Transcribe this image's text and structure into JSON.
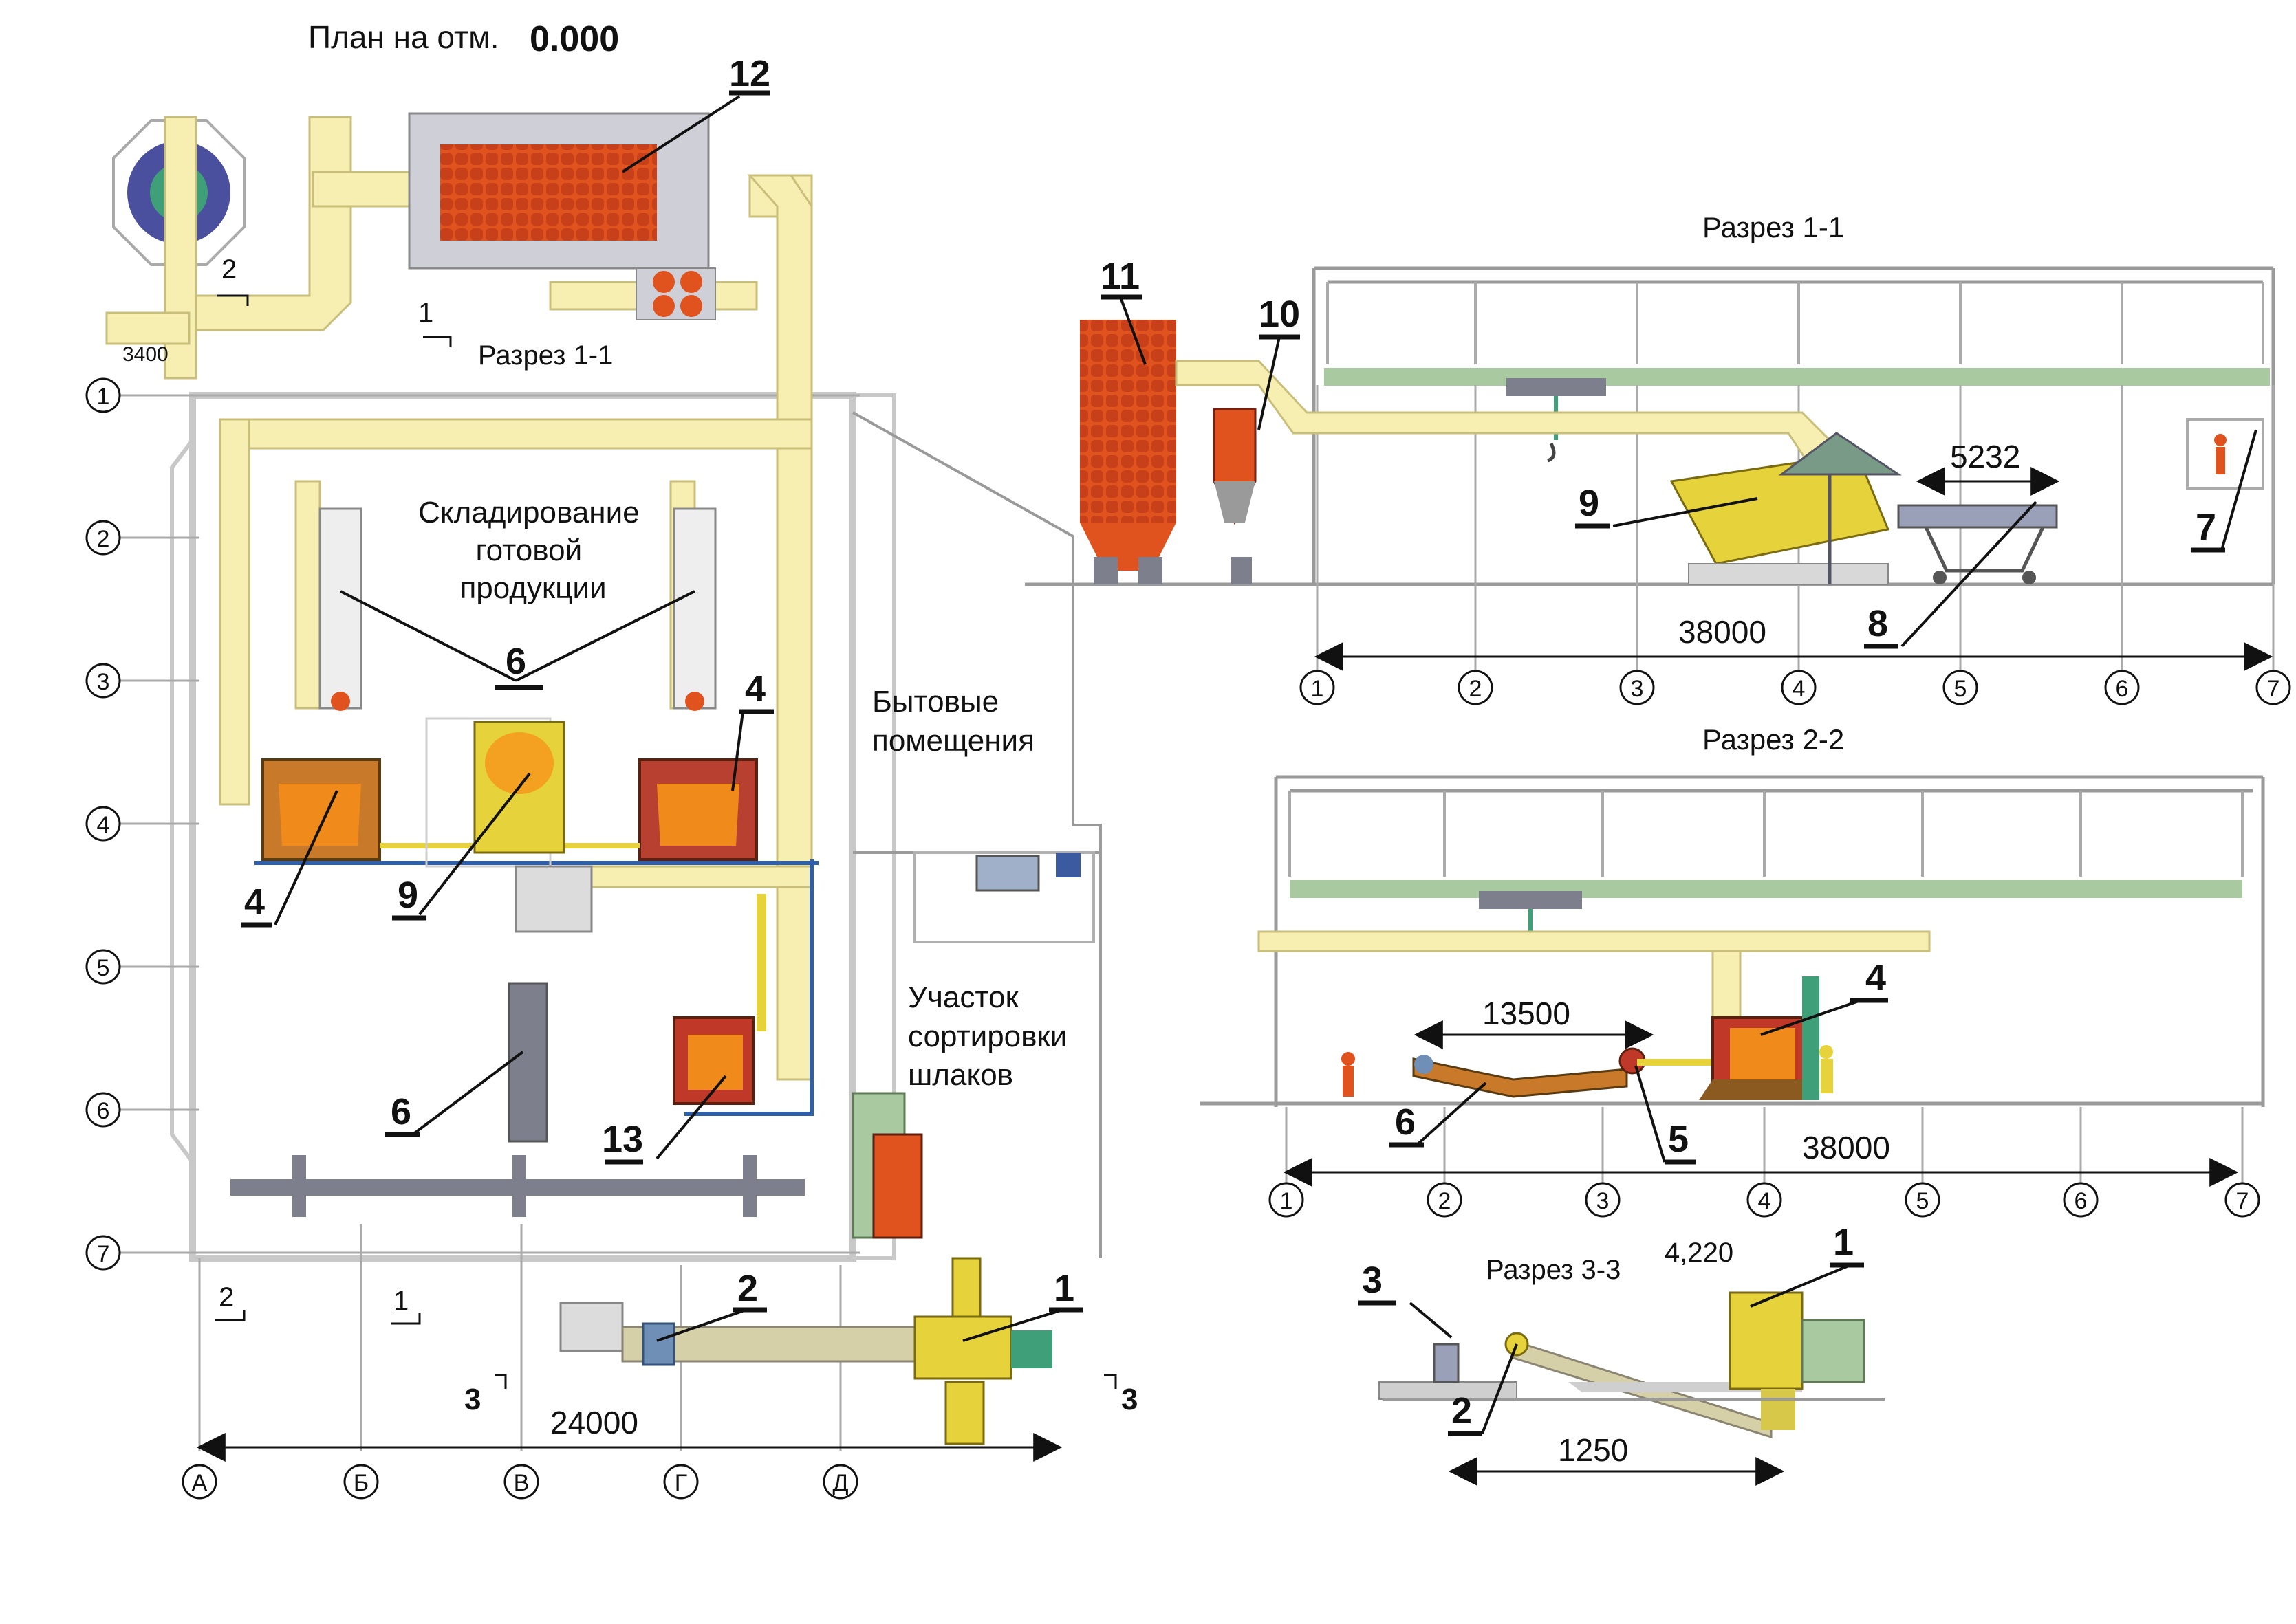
{
  "plan": {
    "title_prefix": "План на отм.",
    "title_level": "0.000",
    "section_label": "Разрез 1-1",
    "dim_bottom": "24000",
    "dim_top_left": "3400",
    "zone_storage": [
      "Складирование",
      "готовой",
      "продукции"
    ],
    "zone_household": [
      "Бытовые",
      "помещения"
    ],
    "zone_slag": [
      "Участок",
      "сортировки",
      "шлаков"
    ],
    "row_axes": [
      "1",
      "2",
      "3",
      "4",
      "5",
      "6",
      "7"
    ],
    "col_axes": [
      "А",
      "Б",
      "В",
      "Г",
      "Д"
    ],
    "cut_marks": [
      "2",
      "1",
      "2",
      "1",
      "3",
      "3"
    ],
    "callouts": {
      "c12": "12",
      "c6a": "6",
      "c4a": "4",
      "c4b": "4",
      "c9": "9",
      "c6b": "6",
      "c13": "13",
      "c2": "2",
      "c1": "1"
    }
  },
  "section11": {
    "title": "Разрез 1-1",
    "dim_total": "38000",
    "dim_cart": "5232",
    "axes": [
      "1",
      "2",
      "3",
      "4",
      "5",
      "6",
      "7"
    ],
    "callouts": {
      "c11": "11",
      "c10": "10",
      "c9": "9",
      "c8": "8",
      "c7": "7"
    }
  },
  "section22": {
    "title": "Разрез 2-2",
    "dim_total": "38000",
    "dim_conveyor": "13500",
    "axes": [
      "1",
      "2",
      "3",
      "4",
      "5",
      "6",
      "7"
    ],
    "callouts": {
      "c4": "4",
      "c6": "6",
      "c5": "5"
    }
  },
  "section33": {
    "title": "Разрез 3-3",
    "dim_height": "4,220",
    "dim_length": "1250",
    "callouts": {
      "c3": "3",
      "c1": "1",
      "c2": "2"
    }
  },
  "colors": {
    "duct": "#f7efb2",
    "duct_edge": "#c9bf7a",
    "furnace": "#e0521e",
    "furnace_dark": "#a02a12",
    "equipment_yellow": "#e6d23a",
    "beam_green": "#a9c9a0",
    "grid_gray": "#8a8a8a",
    "wall_gray": "#c8c8c8",
    "blue_line": "#2f5fa8"
  }
}
